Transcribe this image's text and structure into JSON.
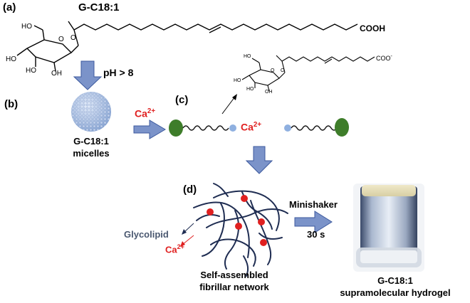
{
  "panels": {
    "a": "(a)",
    "b": "(b)",
    "c": "(c)",
    "d": "(d)"
  },
  "molecule": {
    "name": "G-C18:1",
    "acid_group": "COOH",
    "carboxylate": "COO",
    "carboxylate_charge": "-",
    "atoms": {
      "ho": "HO",
      "oh": "OH",
      "o": "O"
    }
  },
  "conditions": {
    "ph": "pH > 8",
    "minishaker": "Minishaker",
    "time": "30 s"
  },
  "ion": {
    "symbol": "Ca",
    "charge": "2+"
  },
  "micelles": {
    "line1": "G-C18:1",
    "line2": "micelles"
  },
  "legend": {
    "glycolipid": "Glycolipid"
  },
  "network": {
    "line1": "Self-assembled",
    "line2": "fibrillar network"
  },
  "hydrogel": {
    "line1": "G-C18:1",
    "line2": "supramolecular hydrogel"
  },
  "colors": {
    "arrow_fill": "#7b93c9",
    "arrow_stroke": "#3d5a9e",
    "headgroup_green": "#3e7d2a",
    "tail_blue_bead": "#8fb0e0",
    "calcium_red": "#e02020",
    "fibril_navy": "#1f2d52",
    "glycolipid_text": "#4a5870"
  }
}
